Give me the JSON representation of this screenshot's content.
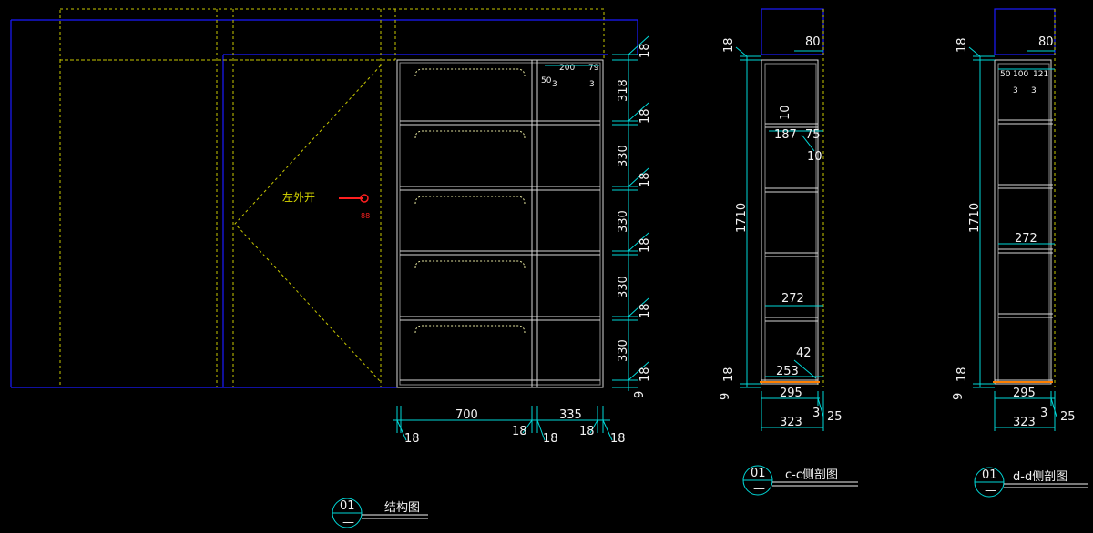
{
  "drawing": {
    "front": {
      "door_note": "左外开",
      "red_tag": "88",
      "top_dims": {
        "a": "200",
        "b": "79",
        "c": "50",
        "d": "3",
        "e": "3"
      },
      "right_dims": [
        "18",
        "318",
        "18",
        "330",
        "18",
        "330",
        "18",
        "330",
        "18",
        "330",
        "18",
        "9"
      ],
      "bottom_dims": {
        "w1": "700",
        "w2": "335",
        "t1": "18",
        "t2": "18",
        "t3": "18",
        "t4": "18",
        "t5": "18"
      }
    },
    "cc": {
      "dims": {
        "top": "80",
        "left_top": "18",
        "height": "1710",
        "a": "10",
        "b": "187",
        "c": "75",
        "d": "10",
        "depth_inner": "272",
        "e": "42",
        "f": "253",
        "left_bot": "18",
        "left_bot2": "9",
        "g": "295",
        "h": "3",
        "i": "323",
        "j": "25"
      }
    },
    "dd": {
      "dims": {
        "top": "80",
        "left_top": "18",
        "height": "1710",
        "a": "50",
        "b": "100",
        "c": "121",
        "d": "3",
        "e": "3",
        "depth_inner": "272",
        "left_bot": "18",
        "left_bot2": "9",
        "g": "295",
        "h": "3",
        "i": "323",
        "j": "25"
      }
    },
    "titles": [
      {
        "num": "01",
        "sub": "—",
        "text": "结构图"
      },
      {
        "num": "01",
        "sub": "—",
        "text": "c-c侧剖图"
      },
      {
        "num": "01",
        "sub": "—",
        "text": "d-d侧剖图"
      }
    ]
  }
}
